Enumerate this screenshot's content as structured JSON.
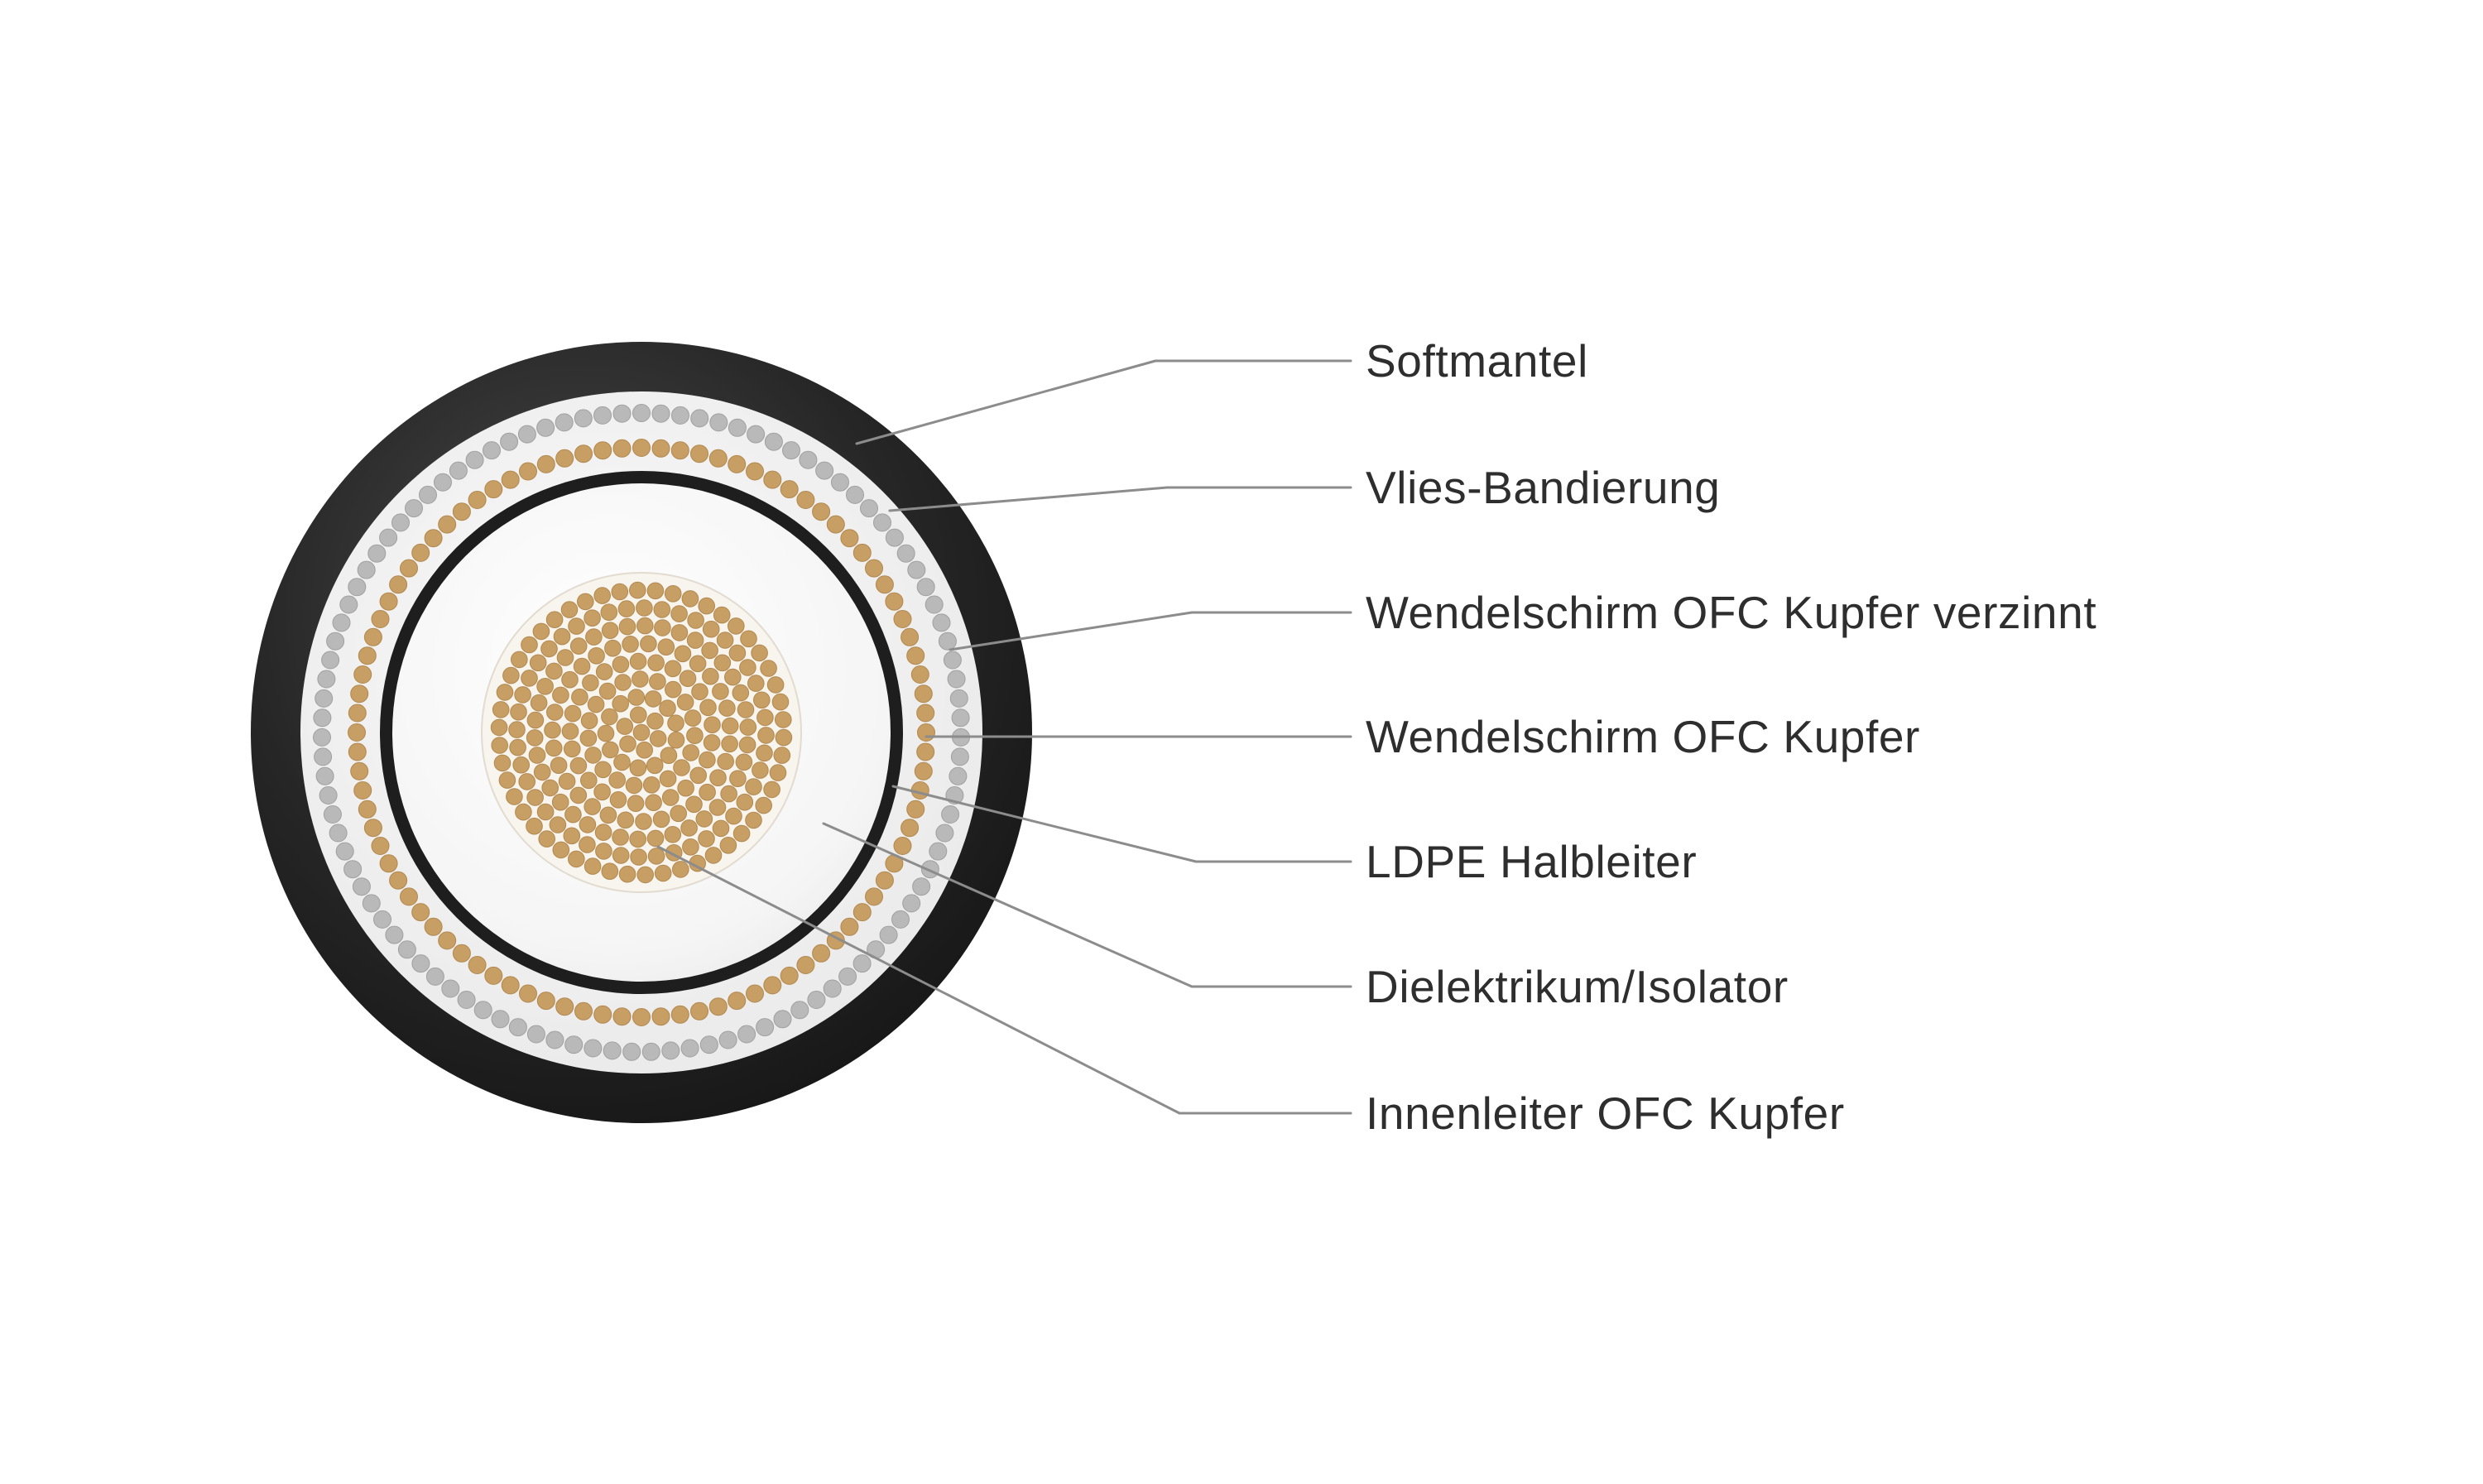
{
  "diagram": {
    "type": "cable-cross-section",
    "labels": [
      {
        "id": "softmantel",
        "text": "Softmantel"
      },
      {
        "id": "vlies-bandierung",
        "text": "Vlies-Bandierung"
      },
      {
        "id": "wendelschirm-ofc-kupfer-verzinnt",
        "text": "Wendelschirm OFC Kupfer verzinnt"
      },
      {
        "id": "wendelschirm-ofc-kupfer",
        "text": "Wendelschirm OFC Kupfer"
      },
      {
        "id": "ldpe-halbleiter",
        "text": "LDPE Halbleiter"
      },
      {
        "id": "dielektrikum-isolator",
        "text": "Dielektrikum/Isolator"
      },
      {
        "id": "innenleiter-ofc-kupfer",
        "text": "Innenleiter OFC Kupfer"
      }
    ],
    "colors": {
      "background": "#ffffff",
      "jacket_highlight": "#4b4b4b",
      "jacket_mid": "#262626",
      "jacket_dark": "#121212",
      "band_white": "#f3f3f3",
      "silver_dot": "#b9b9b9",
      "silver_dot_edge": "#a0a0a0",
      "gold_dot": "#c79e63",
      "gold_dot_edge": "#b2884e",
      "ldpe_dark": "#1e1e1e",
      "dielectric_white": "#ffffff",
      "conductor_backdrop": "#f8f4ee",
      "conductor_backdrop_edge": "#e2dbd0",
      "leader_line": "#8c8c8c",
      "label_text": "#2e2e2e"
    }
  }
}
